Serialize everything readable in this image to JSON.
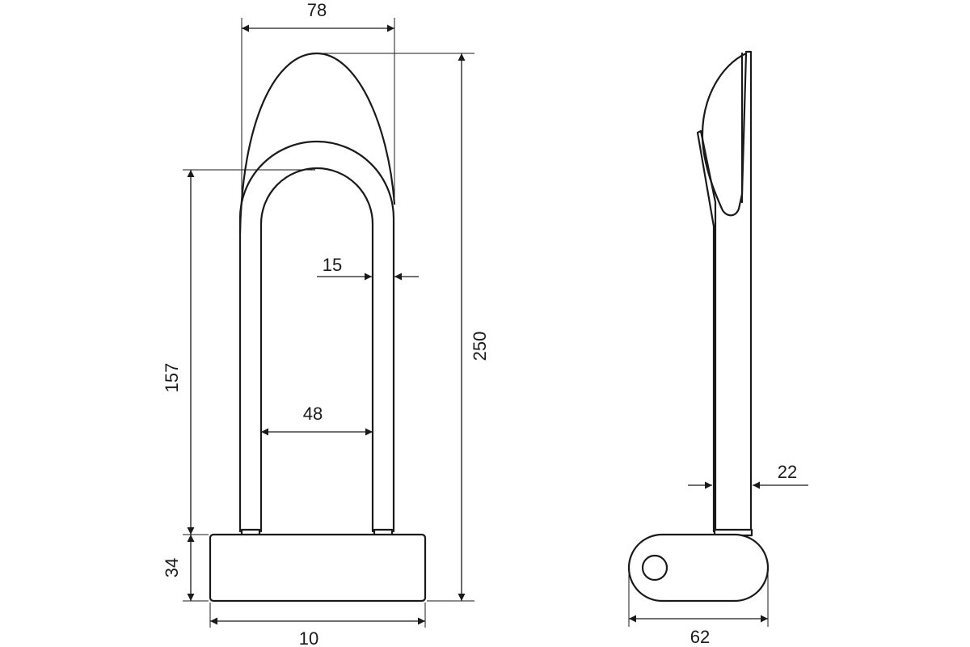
{
  "dimensions": {
    "shackle_width": "78",
    "shackle_thickness": "15",
    "inner_width": "48",
    "shackle_height": "157",
    "overall_height": "250",
    "body_height": "34",
    "body_width": "10",
    "side_thickness": "22",
    "body_depth": "62"
  },
  "colors": {
    "line": "#1a1a1a",
    "background": "#ffffff"
  }
}
